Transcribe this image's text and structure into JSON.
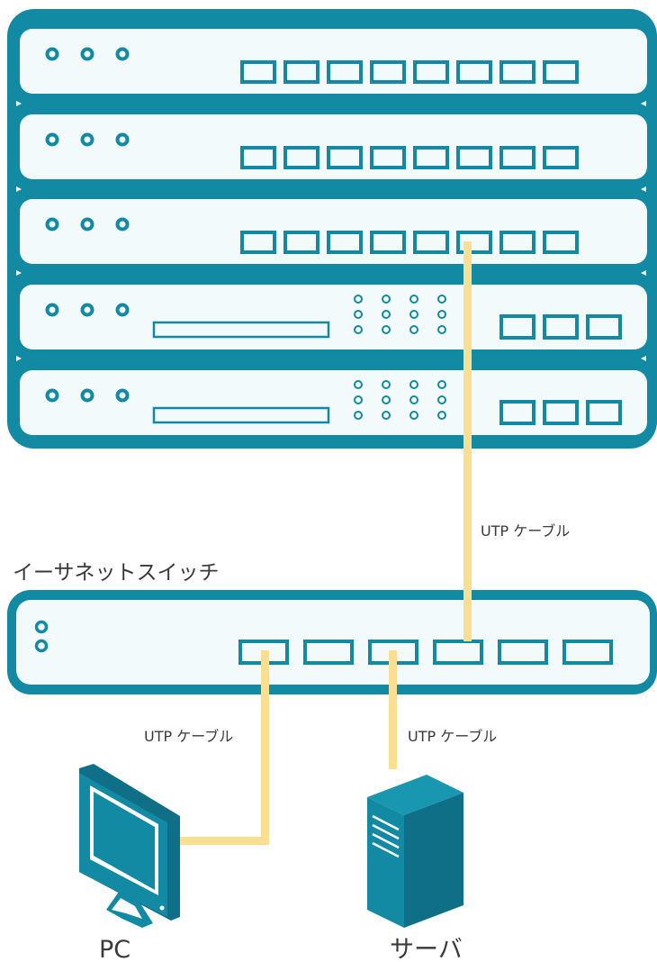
{
  "colors": {
    "teal": "#138aa4",
    "unit_fill": "#f3fafb",
    "cable": "#f9df92",
    "text": "#3a3a3a",
    "background": "#ffffff"
  },
  "rack": {
    "units": [
      {
        "type": "switch",
        "led_count": 3,
        "port_count": 8
      },
      {
        "type": "switch",
        "led_count": 3,
        "port_count": 8
      },
      {
        "type": "switch",
        "led_count": 3,
        "port_count": 8
      },
      {
        "type": "storage",
        "led_count": 3,
        "indicator_grid": [
          3,
          4
        ],
        "port_count": 3
      },
      {
        "type": "storage",
        "led_count": 3,
        "indicator_grid": [
          3,
          4
        ],
        "port_count": 3
      }
    ]
  },
  "ethernet_switch": {
    "label": "イーサネットスイッチ",
    "led_count": 2,
    "port_count": 6
  },
  "cables": [
    {
      "label": "UTP ケーブル",
      "from": "rack-unit-3-port-6",
      "to": "switch-port-4"
    },
    {
      "label": "UTP ケーブル",
      "from": "switch-port-1",
      "to": "pc"
    },
    {
      "label": "UTP ケーブル",
      "from": "switch-port-3",
      "to": "server"
    }
  ],
  "devices": {
    "pc": {
      "label": "PC",
      "icon": "monitor-icon"
    },
    "server": {
      "label": "サーバ",
      "icon": "server-tower-icon"
    }
  }
}
